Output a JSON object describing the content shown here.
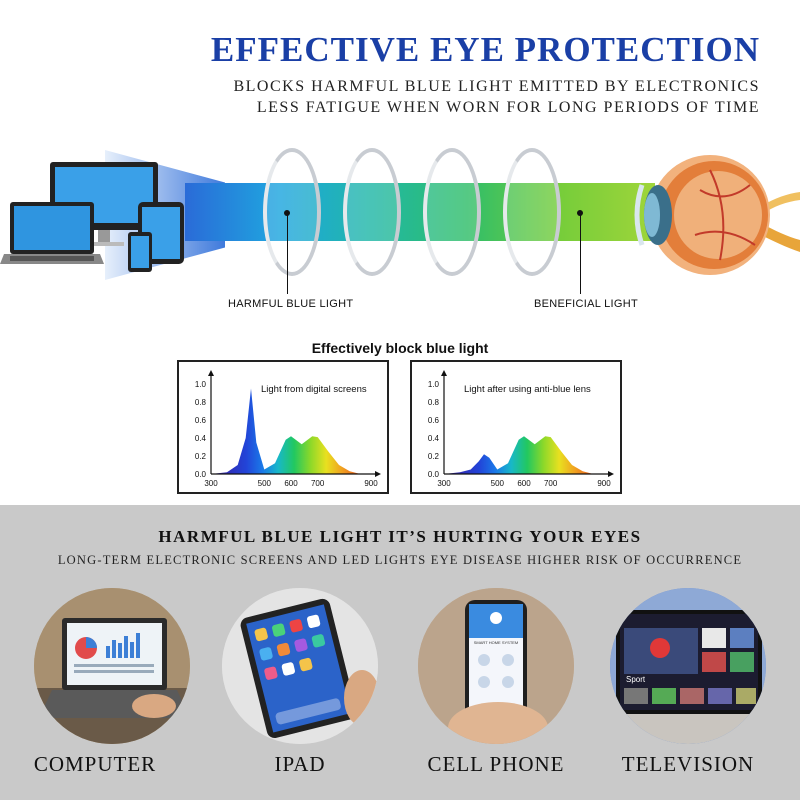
{
  "header": {
    "title": "EFFECTIVE EYE PROTECTION",
    "line1": "BLOCKS HARMFUL BLUE LIGHT EMITTED BY ELECTRONICS",
    "line2": "LESS FATIGUE WHEN WORN FOR LONG PERIODS OF TIME"
  },
  "diagram": {
    "harmful_label": "HARMFUL BLUE LIGHT",
    "beneficial_label": "BENEFICIAL LIGHT"
  },
  "charts_title": "Effectively block blue light",
  "chart_data": [
    {
      "type": "area",
      "title": "Light from digital screens",
      "x_ticks": [
        "300",
        "500",
        "600",
        "700",
        "900"
      ],
      "y_ticks": [
        "1.0",
        "0.8",
        "0.6",
        "0.4",
        "0.2",
        "0.0"
      ],
      "ylim": [
        0,
        1.0
      ],
      "x": [
        300,
        360,
        400,
        430,
        450,
        470,
        500,
        540,
        580,
        600,
        640,
        680,
        700,
        740,
        780,
        820,
        860,
        900
      ],
      "y": [
        0.0,
        0.02,
        0.1,
        0.4,
        0.95,
        0.35,
        0.05,
        0.12,
        0.38,
        0.42,
        0.33,
        0.42,
        0.41,
        0.25,
        0.1,
        0.03,
        0.0,
        0.0
      ]
    },
    {
      "type": "area",
      "title": "Light after using anti-blue lens",
      "x_ticks": [
        "300",
        "500",
        "600",
        "700",
        "900"
      ],
      "y_ticks": [
        "1.0",
        "0.8",
        "0.6",
        "0.4",
        "0.2",
        "0.0"
      ],
      "ylim": [
        0,
        1.0
      ],
      "x": [
        300,
        360,
        400,
        430,
        450,
        470,
        500,
        540,
        580,
        600,
        640,
        680,
        700,
        740,
        780,
        820,
        860,
        900
      ],
      "y": [
        0.0,
        0.02,
        0.05,
        0.14,
        0.22,
        0.18,
        0.05,
        0.12,
        0.38,
        0.42,
        0.33,
        0.42,
        0.41,
        0.25,
        0.1,
        0.03,
        0.0,
        0.0
      ]
    }
  ],
  "section2": {
    "heading": "HARMFUL BLUE LIGHT IT’S HURTING YOUR EYES",
    "subheading": "LONG-TERM ELECTRONIC SCREENS AND LED LIGHTS EYE DISEASE HIGHER RISK OF OCCURRENCE",
    "devices": [
      {
        "label": "COMPUTER",
        "icon": "laptop-icon"
      },
      {
        "label": "IPAD",
        "icon": "tablet-icon"
      },
      {
        "label": "CELL PHONE",
        "icon": "phone-icon"
      },
      {
        "label": "TELEVISION",
        "icon": "tv-icon"
      }
    ],
    "phone_screen_text": "SMART HOME SYSTEM",
    "tv_screen_text": "Sport"
  }
}
